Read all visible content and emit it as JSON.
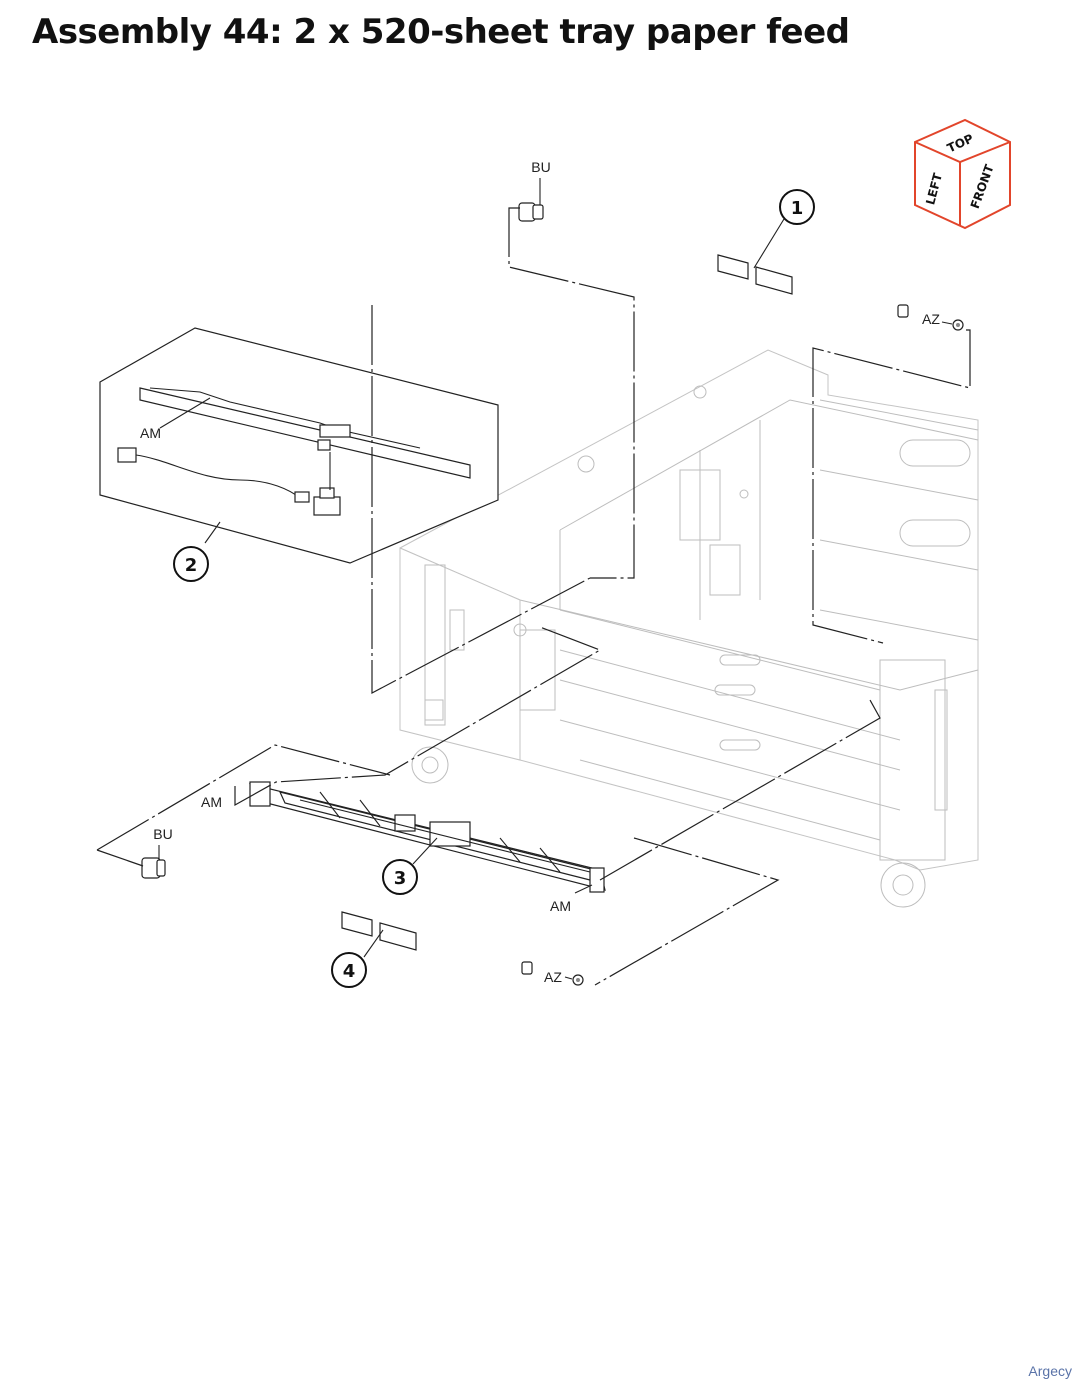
{
  "title": "Assembly 44: 2 x 520-sheet tray paper feed",
  "watermark": "Argecy",
  "orientation_cube": {
    "top": "TOP",
    "left": "LEFT",
    "front": "FRONT",
    "edge_color": "#e2452b"
  },
  "callouts": [
    "1",
    "2",
    "3",
    "4"
  ],
  "labels": {
    "bu_top": "BU",
    "az_top": "AZ",
    "am_kit": "AM",
    "am_left": "AM",
    "bu_bottom": "BU",
    "am_right": "AM",
    "az_bottom": "AZ"
  }
}
